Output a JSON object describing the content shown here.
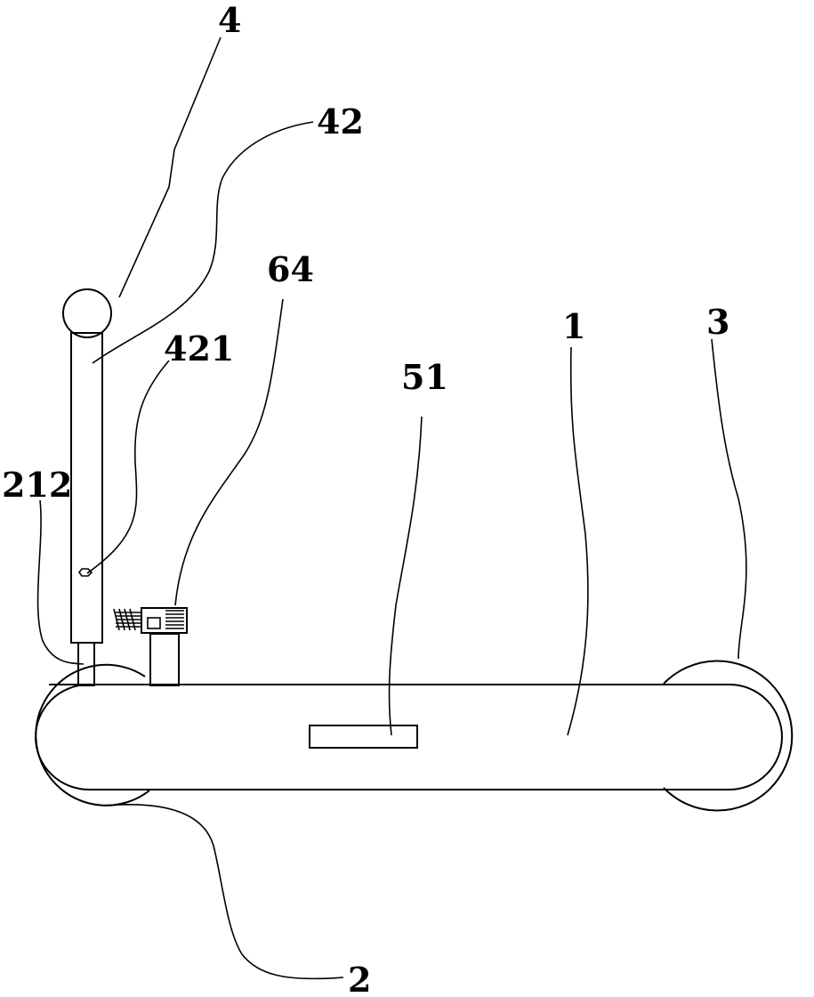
{
  "labels": {
    "l4": "4",
    "l42": "42",
    "l64": "64",
    "l421": "421",
    "l1": "1",
    "l3": "3",
    "l51": "51",
    "l212": "212",
    "l2": "2"
  }
}
